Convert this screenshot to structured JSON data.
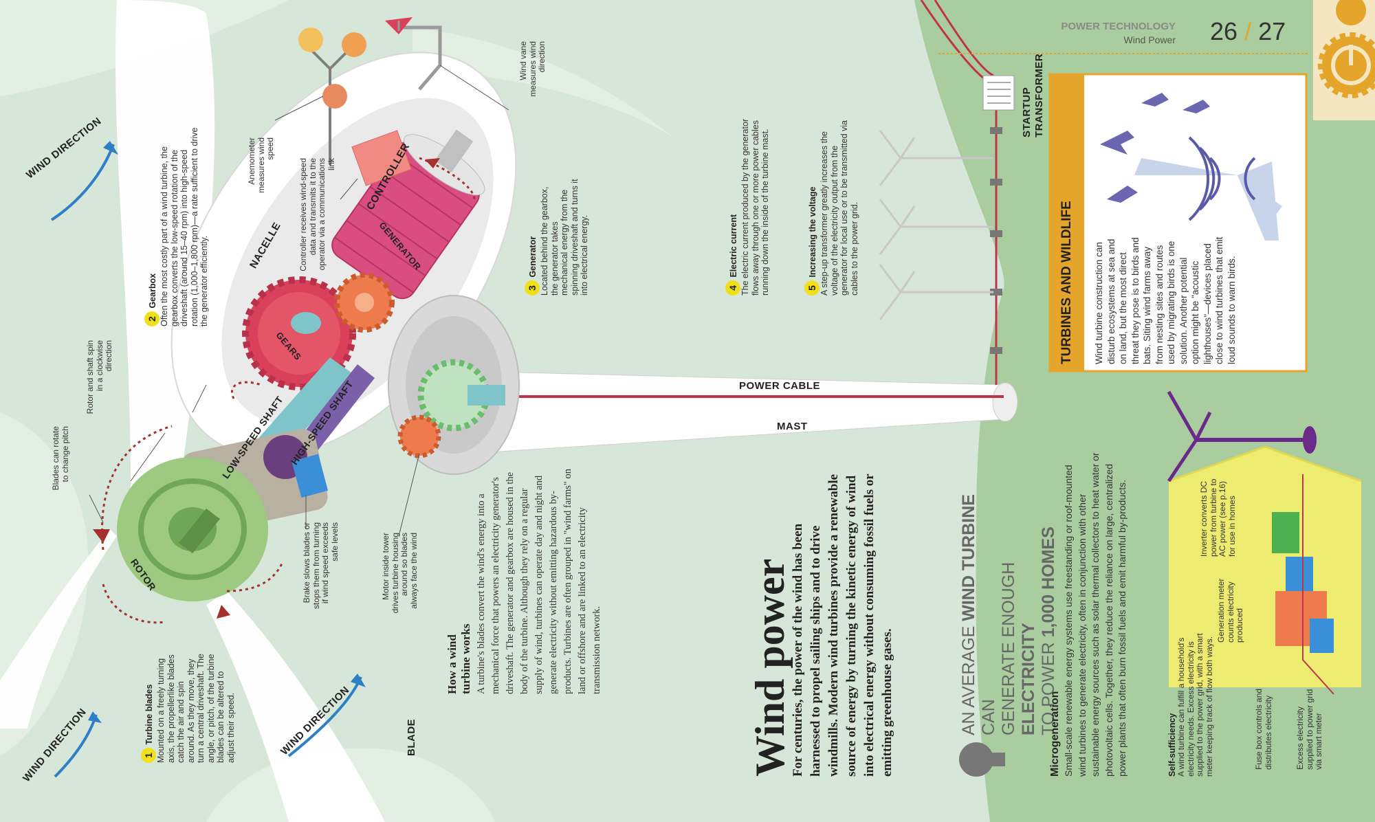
{
  "header": {
    "section": "POWER TECHNOLOGY",
    "subsection": "Wind Power",
    "page_left": "26",
    "page_sep": "/",
    "page_right": "27"
  },
  "title": "Wind power",
  "intro": "For centuries, the power of the wind has been harnessed to propel sailing ships and to drive windmills. Modern wind turbines provide a renewable source of energy by turning the kinetic energy of wind into electrical energy without consuming fossil fuels or emitting greenhouse gases.",
  "how_it_works": {
    "heading_1": "How a wind",
    "heading_2": "turbine works",
    "body": "A turbine's blades convert the wind's energy into a mechanical force that powers an electricity generator's driveshaft. The generator and gearbox are housed in the body of the turbine. Although they rely on a regular supply of wind, turbines can operate day and night and generate electricity without emitting hazardous by-products. Turbines are often grouped in \"wind farms\" on land or offshore and are linked to an electricity transmission network."
  },
  "steps": [
    {
      "num": "1",
      "title": "Turbine blades",
      "text": "Mounted on a freely turning axis, the propellerlike blades catch the air and spin around. As they move, they turn a central driveshaft. The angle, or pitch, of the turbine blades can be altered to adjust their speed."
    },
    {
      "num": "2",
      "title": "Gearbox",
      "text": "Often the most costly part of a wind turbine, the gearbox converts the low-speed rotation of the driveshaft (around 15–40 rpm) into high-speed rotation (1,000–1,800 rpm)—a rate sufficient to drive the generator efficiently."
    },
    {
      "num": "3",
      "title": "Generator",
      "text": "Located behind the gearbox, the generator takes mechanical energy from the spinning driveshaft and turns it into electrical energy."
    },
    {
      "num": "4",
      "title": "Electric current",
      "text": "The electric current produced by the generator flows away through one or more power cables running down the inside of the turbine mast."
    },
    {
      "num": "5",
      "title": "Increasing the voltage",
      "text": "A step-up transformer greatly increases the voltage of the electricity output from the generator for local use or to be transmitted via cables to the power grid."
    }
  ],
  "labels": {
    "wind_direction": "WIND DIRECTION",
    "nacelle": "NACELLE",
    "controller": "CONTROLLER",
    "generator": "GENERATOR",
    "gears": "GEARS",
    "low_speed_shaft": "LOW-SPEED SHAFT",
    "high_speed_shaft": "HIGH-SPEED SHAFT",
    "rotor": "ROTOR",
    "blade": "BLADE",
    "power_cable": "POWER CABLE",
    "mast": "MAST",
    "startup_transformer_1": "STARTUP",
    "startup_transformer_2": "TRANSFORMER"
  },
  "annotations": {
    "anemometer": "Anemometer measures wind speed",
    "wind_vane": "Wind vane measures wind direction",
    "controller_note": "Controller receives wind-speed data and transmits it to the operator via a communications link",
    "rotor_shaft": "Rotor and shaft spin in a clockwise direction",
    "blades_pitch": "Blades can rotate to change pitch",
    "brake": "Brake slows blades or stops them from turning if wind speed exceeds safe levels",
    "motor": "Motor inside tower drives turbine housing around so blades always face the wind"
  },
  "fact": {
    "line1_a": "AN AVERAGE ",
    "line1_b": "WIND TURBINE",
    "line1_c": " CAN",
    "line2_a": "GENERATE ENOUGH ",
    "line2_b": "ELECTRICITY",
    "line3_a": "TO POWER ",
    "line3_b": "1,000 HOMES"
  },
  "microgeneration": {
    "title": "Microgeneration",
    "text": "Small-scale renewable energy systems use freestanding or roof-mounted wind turbines to generate electricity, often in conjunction with other sustainable energy sources such as solar thermal collectors to heat water or photovoltaic cells. Together, they reduce the reliance on large, centralized power plants that often burn fossil fuels and emit harmful by-products."
  },
  "self_sufficiency": {
    "title": "Self-sufficiency",
    "text": "A wind turbine can fulfill a household's electricity needs. Excess electricity is supplied to the power grid, with a smart meter keeping track of flow both ways."
  },
  "house_labels": {
    "inverter": "Inverter converts DC power from turbine to AC power (see p.16) for use in homes",
    "generation_meter": "Generation meter counts electricity produced",
    "fuse_box": "Fuse box controls and distributes electricity",
    "excess": "Excess electricity supplied to power grid via smart meter"
  },
  "wildlife": {
    "title": "TURBINES AND WILDLIFE",
    "text": "Wind turbine construction can disturb ecosystems at sea and on land, but the most direct threat they pose is to birds and bats. Siting wind farms away from nesting sites and routes used by migrating birds is one solution. Another potential option might be \"acoustic lighthouses\"—devices placed close to wind turbines that emit loud sounds to warn birds."
  },
  "colors": {
    "background": "#d6e6d8",
    "right_panel": "#a9cd9f",
    "accent_yellow": "#e5a52b",
    "generator_pink": "#d94d80",
    "gear_red": "#d9405a",
    "shaft_blue": "#7fc4c9",
    "shaft_purple": "#7b5fa8",
    "rotor_green": "#9dc981",
    "cable_red": "#c0344a",
    "arrow_blue": "#2f7fc6",
    "house_yellow": "#f5ef6a",
    "turbine_purple": "#6a2a8a"
  },
  "icons": [
    "lightbulb-icon",
    "power-gear-icon",
    "bird-icon",
    "sound-wave-icon"
  ]
}
